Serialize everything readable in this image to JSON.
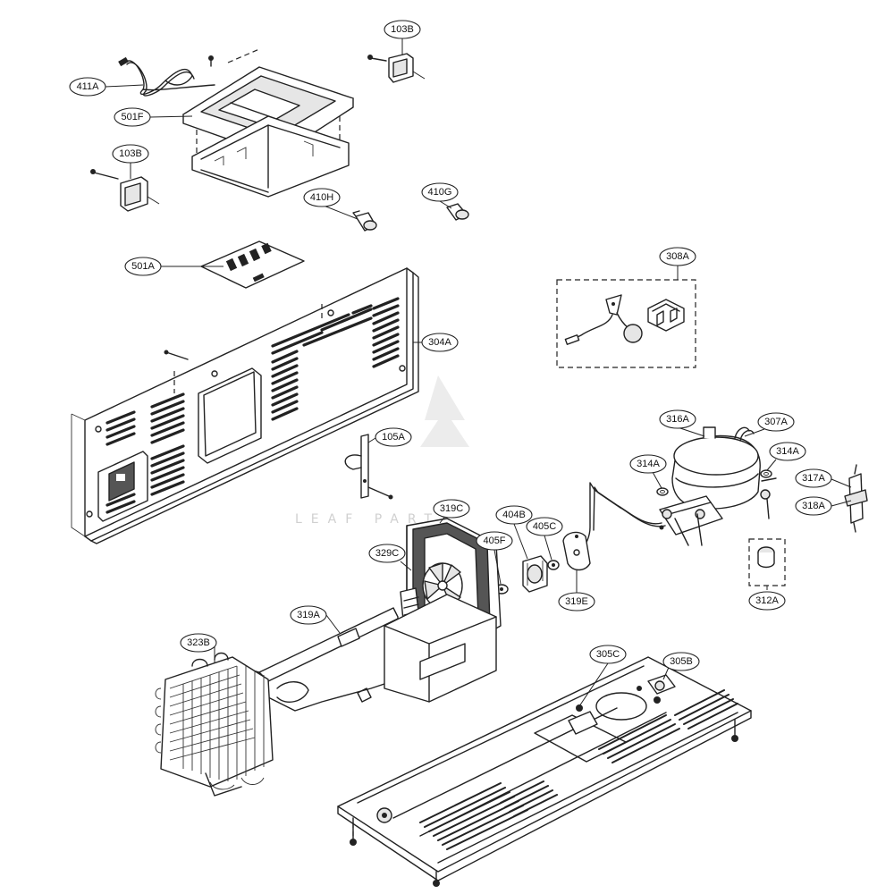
{
  "diagram": {
    "callouts": {
      "411A": "411A",
      "501F": "501F",
      "103B_top": "103B",
      "103B_left": "103B",
      "410H": "410H",
      "410G": "410G",
      "501A": "501A",
      "304A": "304A",
      "308A": "308A",
      "316A": "316A",
      "307A": "307A",
      "314A_right": "314A",
      "314A_left": "314A",
      "317A": "317A",
      "318A": "318A",
      "105A": "105A",
      "319C": "319C",
      "404B": "404B",
      "405C": "405C",
      "405F": "405F",
      "329C": "329C",
      "319E": "319E",
      "312A": "312A",
      "319A": "319A",
      "323B": "323B",
      "305C": "305C",
      "305B": "305B"
    },
    "watermark": "LEAF PARTS"
  }
}
